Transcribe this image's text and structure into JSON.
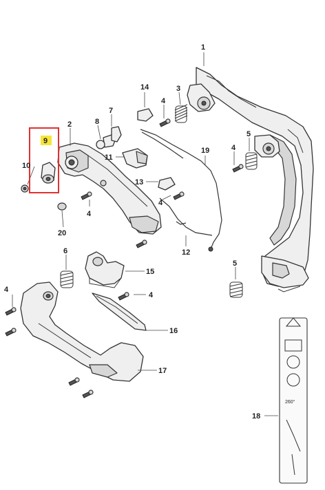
{
  "diagram": {
    "callouts": [
      {
        "id": "c1",
        "label": "1"
      },
      {
        "id": "c2",
        "label": "2"
      },
      {
        "id": "c3",
        "label": "3"
      },
      {
        "id": "c4a",
        "label": "4"
      },
      {
        "id": "c4b",
        "label": "4"
      },
      {
        "id": "c4c",
        "label": "4"
      },
      {
        "id": "c4d",
        "label": "4"
      },
      {
        "id": "c4e",
        "label": "4"
      },
      {
        "id": "c4f",
        "label": "4"
      },
      {
        "id": "c5a",
        "label": "5"
      },
      {
        "id": "c5b",
        "label": "5"
      },
      {
        "id": "c6",
        "label": "6"
      },
      {
        "id": "c7",
        "label": "7"
      },
      {
        "id": "c8",
        "label": "8"
      },
      {
        "id": "c9",
        "label": "9"
      },
      {
        "id": "c10",
        "label": "10"
      },
      {
        "id": "c11",
        "label": "11"
      },
      {
        "id": "c12",
        "label": "12"
      },
      {
        "id": "c13",
        "label": "13"
      },
      {
        "id": "c14",
        "label": "14"
      },
      {
        "id": "c15",
        "label": "15"
      },
      {
        "id": "c16",
        "label": "16"
      },
      {
        "id": "c17",
        "label": "17"
      },
      {
        "id": "c18",
        "label": "18"
      },
      {
        "id": "c19",
        "label": "19"
      },
      {
        "id": "c20",
        "label": "20"
      }
    ],
    "highlight": {
      "part": "9",
      "badge_color": "#f5e43a",
      "box_color": "#e03030"
    },
    "decal": {
      "angle_text": "260°"
    }
  }
}
